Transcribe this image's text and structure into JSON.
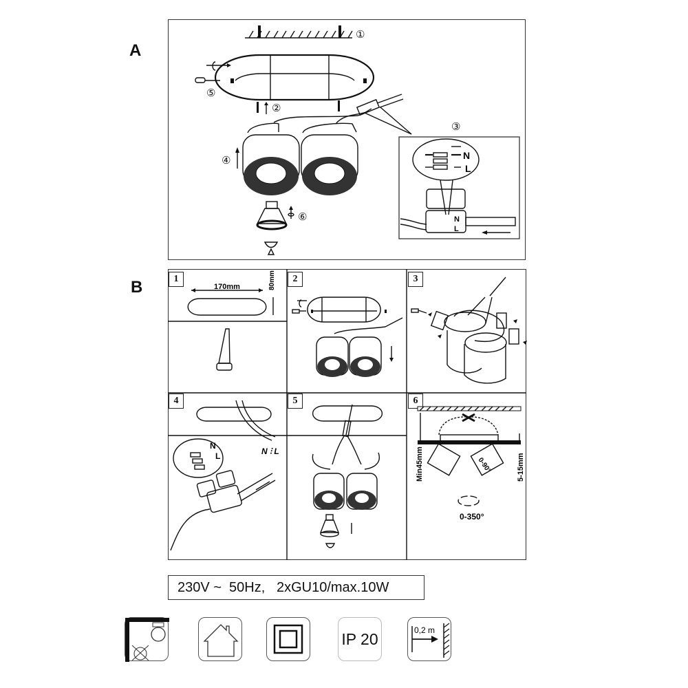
{
  "sections": {
    "a": {
      "label": "A"
    },
    "b": {
      "label": "B"
    }
  },
  "figure_a": {
    "callouts": [
      "①",
      "②",
      "③",
      "④",
      "⑤",
      "⑥"
    ],
    "terminal_labels": {
      "neutral": "N",
      "live": "L"
    }
  },
  "figure_b": {
    "steps": [
      {
        "number": "1",
        "dimension_width": "170mm",
        "dimension_height": "80mm"
      },
      {
        "number": "2"
      },
      {
        "number": "3"
      },
      {
        "number": "4",
        "wire_labels": "N ⫶ L",
        "terminal_n": "N",
        "terminal_l": "L"
      },
      {
        "number": "5"
      },
      {
        "number": "6",
        "min_depth": "Min45mm",
        "ceiling_thickness": "5-15mm",
        "tilt_range": "0-90°",
        "rotation_range": "0-350°"
      }
    ]
  },
  "spec": {
    "text": "230V ~  50Hz,   2xGU10/max.10W"
  },
  "symbols": [
    {
      "name": "no-covering-symbol",
      "label": ""
    },
    {
      "name": "indoor-use-symbol",
      "label": ""
    },
    {
      "name": "class-ii-double-insulation-symbol",
      "label": ""
    },
    {
      "name": "ip-rating-symbol",
      "label": "IP 20"
    },
    {
      "name": "min-distance-symbol",
      "label": "0,2 m"
    }
  ]
}
